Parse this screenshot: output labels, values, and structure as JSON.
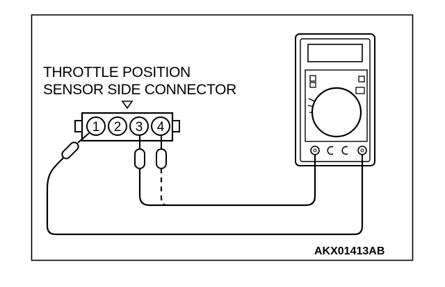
{
  "connector_label": {
    "line1": "THROTTLE POSITION",
    "line2": "SENSOR SIDE CONNECTOR"
  },
  "connector": {
    "pins": [
      "1",
      "2",
      "3",
      "4"
    ]
  },
  "figure_code": "AKX01413AB",
  "icons": {
    "multimeter": "multimeter-icon",
    "probe": "test-probe-icon",
    "pin_marker": "triangle-marker-icon"
  },
  "colors": {
    "line": "#000000",
    "background": "#ffffff"
  }
}
